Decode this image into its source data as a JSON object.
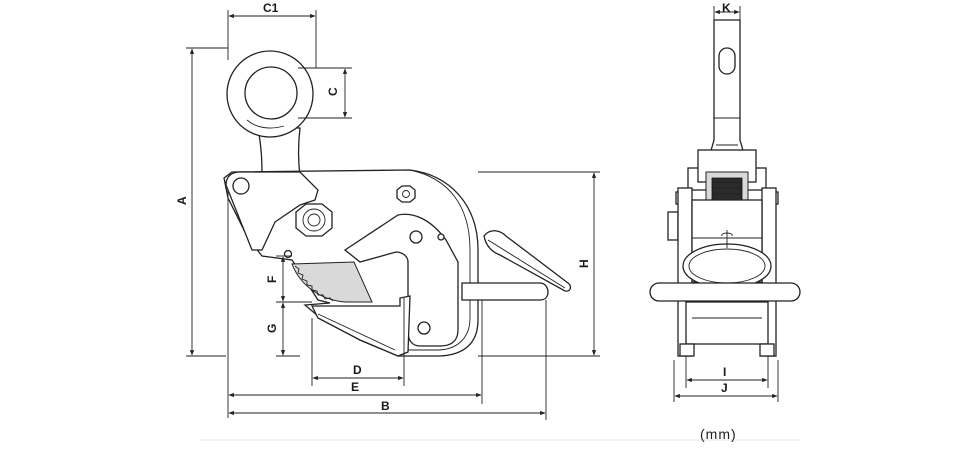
{
  "diagram": {
    "unit_label": "(mm)",
    "dimensions": {
      "C1": "C1",
      "C": "C",
      "A": "A",
      "F": "F",
      "G": "G",
      "H": "H",
      "D": "D",
      "E": "E",
      "B": "B",
      "K": "K",
      "I": "I",
      "J": "J"
    }
  },
  "colors": {
    "line": "#222222",
    "background": "#ffffff",
    "shade": "#d9d9d9"
  }
}
